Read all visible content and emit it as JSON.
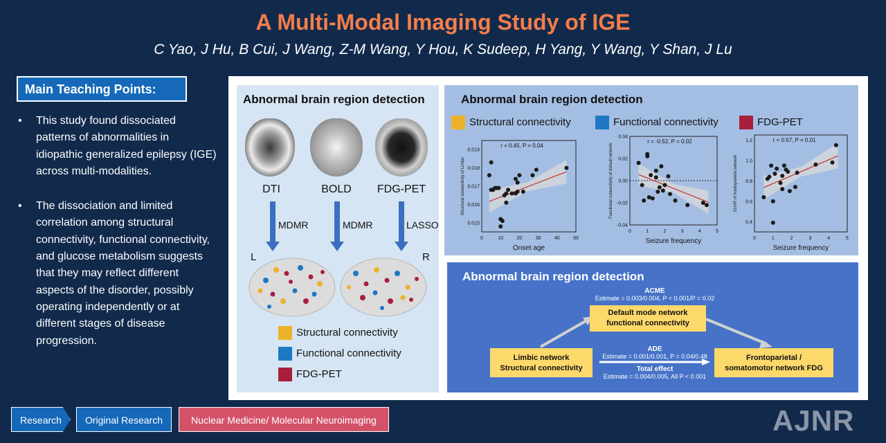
{
  "title": "A Multi-Modal Imaging Study of IGE",
  "authors": "C Yao, J Hu, B Cui, J Wang, Z-M Wang, Y Hou, K Sudeep, H Yang, Y Wang, Y Shan, J Lu",
  "main_points": {
    "heading": "Main Teaching Points:",
    "items": [
      "This study found dissociated patterns of abnormalities in idiopathic generalized epilepsy (IGE) across multi-modalities.",
      "The dissociation and limited correlation among structural connectivity, functional connectivity, and glucose metabolism suggests that they may reflect different aspects of the disorder, possibly operating independently or at different stages of disease progression."
    ]
  },
  "panel_a": {
    "title": "Abnormal brain region detection",
    "modalities": [
      "DTI",
      "BOLD",
      "FDG-PET"
    ],
    "methods": [
      "MDMR",
      "MDMR",
      "LASSO"
    ],
    "hemispheres": {
      "left": "L",
      "right": "R"
    },
    "legend": [
      {
        "label": "Structural connectivity",
        "color": "#eeb22a"
      },
      {
        "label": "Functional connectivity",
        "color": "#1f78c4"
      },
      {
        "label": "FDG-PET",
        "color": "#a81f3c"
      }
    ]
  },
  "panel_b": {
    "title": "Abnormal brain region detection",
    "legend": [
      {
        "label": "Structural connectivity",
        "color": "#eeb22a"
      },
      {
        "label": "Functional connectivity",
        "color": "#1f78c4"
      },
      {
        "label": "FDG-PET",
        "color": "#a81f3c"
      }
    ]
  },
  "chart_data": [
    {
      "type": "scatter",
      "xlabel": "Onset age",
      "ylabel": "Structural connectivity of Limbic",
      "annotation": "r = 0.45, P = 0.04",
      "xlim": [
        0,
        50
      ],
      "ylim": [
        0.0145,
        0.0195
      ],
      "xticks": [
        0,
        10,
        20,
        30,
        40,
        50
      ],
      "yticks": [
        0.015,
        0.016,
        0.017,
        0.018,
        0.019
      ],
      "ytick_labels": [
        "0.015",
        "0.016",
        "0.017",
        "0.018",
        "0.019"
      ],
      "points": [
        [
          4,
          0.0176
        ],
        [
          5,
          0.0168
        ],
        [
          5,
          0.0183
        ],
        [
          6,
          0.0168
        ],
        [
          7,
          0.0169
        ],
        [
          8,
          0.0169
        ],
        [
          9,
          0.0169
        ],
        [
          10,
          0.0152
        ],
        [
          10,
          0.0148
        ],
        [
          11,
          0.0151
        ],
        [
          12,
          0.0165
        ],
        [
          13,
          0.0166
        ],
        [
          13,
          0.0161
        ],
        [
          14,
          0.0168
        ],
        [
          16,
          0.0166
        ],
        [
          18,
          0.0174
        ],
        [
          18,
          0.0166
        ],
        [
          19,
          0.0172
        ],
        [
          19,
          0.0167
        ],
        [
          20,
          0.0176
        ],
        [
          22,
          0.0167
        ],
        [
          27,
          0.0176
        ],
        [
          29,
          0.0179
        ],
        [
          45,
          0.018
        ]
      ],
      "fit": [
        [
          4,
          0.01617
        ],
        [
          45,
          0.01779
        ]
      ]
    },
    {
      "type": "scatter",
      "xlabel": "Seizure frequency",
      "ylabel": "Functional connectivity of default network",
      "annotation": "r = -0.52, P = 0.02",
      "xlim": [
        0,
        5
      ],
      "ylim": [
        -0.04,
        0.04
      ],
      "xticks": [
        0,
        1,
        2,
        3,
        4,
        5
      ],
      "yticks": [
        -0.04,
        -0.02,
        0.0,
        0.02,
        0.04
      ],
      "ytick_labels": [
        "-0.04",
        "-0.02",
        "0.00",
        "0.02",
        "0.04"
      ],
      "points": [
        [
          0.5,
          0.016
        ],
        [
          0.7,
          -0.004
        ],
        [
          0.8,
          -0.018
        ],
        [
          1.0,
          0.022
        ],
        [
          1.0,
          0.024
        ],
        [
          1.1,
          -0.015
        ],
        [
          1.2,
          0.005
        ],
        [
          1.3,
          -0.016
        ],
        [
          1.5,
          0.009
        ],
        [
          1.5,
          0.003
        ],
        [
          1.6,
          -0.01
        ],
        [
          1.7,
          -0.006
        ],
        [
          1.8,
          0.013
        ],
        [
          1.9,
          -0.009
        ],
        [
          2.0,
          -0.004
        ],
        [
          2.2,
          0.004
        ],
        [
          2.3,
          -0.012
        ],
        [
          2.6,
          -0.018
        ],
        [
          3.3,
          -0.022
        ],
        [
          4.2,
          -0.02
        ],
        [
          4.4,
          -0.022
        ]
      ],
      "fit": [
        [
          0.5,
          0.0055
        ],
        [
          4.5,
          -0.0195
        ]
      ],
      "reference_y": 0
    },
    {
      "type": "scatter",
      "xlabel": "Seizure frequency",
      "ylabel": "SUVR of frontoparietal network",
      "annotation": "r = 0.57, P = 0.01",
      "xlim": [
        0,
        5
      ],
      "ylim": [
        0.3,
        1.25
      ],
      "xticks": [
        0,
        1,
        2,
        3,
        4,
        5
      ],
      "yticks": [
        0.4,
        0.6,
        0.8,
        1.0,
        1.2
      ],
      "ytick_labels": [
        "0.4",
        "0.6",
        "0.8",
        "1.0",
        "1.2"
      ],
      "points": [
        [
          0.5,
          0.64
        ],
        [
          0.7,
          0.82
        ],
        [
          0.8,
          0.84
        ],
        [
          0.9,
          0.95
        ],
        [
          1.0,
          0.6
        ],
        [
          1.0,
          0.39
        ],
        [
          1.1,
          0.87
        ],
        [
          1.2,
          0.92
        ],
        [
          1.4,
          0.78
        ],
        [
          1.5,
          0.72
        ],
        [
          1.5,
          0.85
        ],
        [
          1.6,
          0.95
        ],
        [
          1.7,
          0.91
        ],
        [
          1.8,
          0.89
        ],
        [
          1.9,
          0.7
        ],
        [
          2.2,
          0.74
        ],
        [
          2.3,
          0.88
        ],
        [
          3.3,
          0.96
        ],
        [
          4.2,
          0.98
        ],
        [
          4.4,
          1.15
        ]
      ],
      "fit": [
        [
          0.5,
          0.735
        ],
        [
          4.5,
          1.045
        ]
      ]
    }
  ],
  "panel_c": {
    "title": "Abnormal brain region detection",
    "acme_label": "ACME",
    "acme_text": "Estimate = 0.003/0.004, P < 0.001/P = 0.02",
    "ade_label": "ADE",
    "ade_text": "Estimate = 0.001/0.001, P = 0.04/0.48",
    "total_label": "Total effect",
    "total_text": "Estimate = 0.004/0.005, All P < 0.001",
    "box_mediator": [
      "Default mode network",
      "functional connectivity"
    ],
    "box_exposure": [
      "Limbic network",
      "Structural connectivity"
    ],
    "box_outcome": [
      "Frontoparietal /",
      "somatomotor network FDG"
    ]
  },
  "footer": {
    "tags": [
      "Research",
      "Original Research",
      "Nuclear Medicine/ Molecular Neuroimaging"
    ],
    "logo": "AJNR"
  }
}
